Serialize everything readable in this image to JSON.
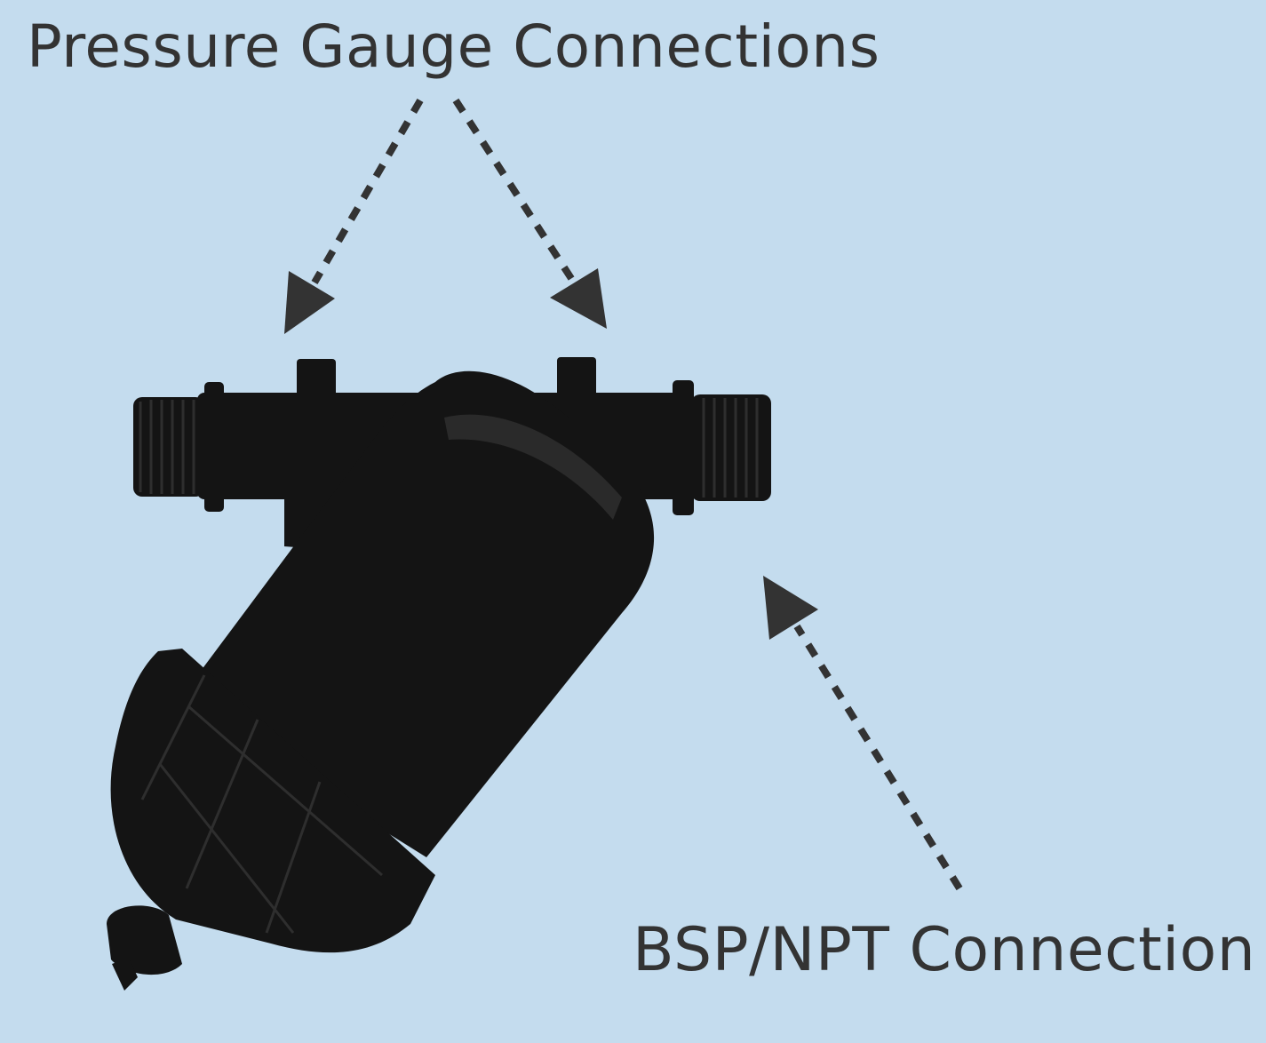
{
  "background_color": "#c4dcee",
  "text_color": "#333333",
  "arrow_color": "#333333",
  "product_color": "#141414",
  "labels": {
    "pressure_gauge": "Pressure Gauge  Connections",
    "bsp_npt": "BSP/NPT Connection"
  },
  "product": {
    "icon": "y-strainer-filter"
  }
}
